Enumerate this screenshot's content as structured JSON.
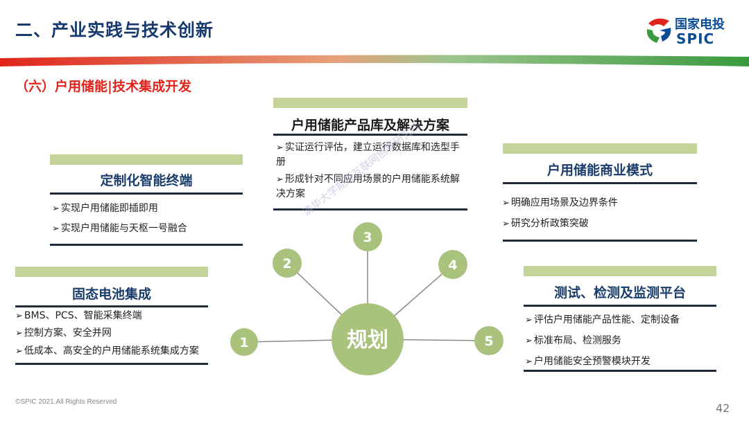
{
  "header": {
    "title": "二、产业实践与技术创新",
    "subtitle": "（六）户用储能|技术集成开发",
    "logo_cn": "国家电投",
    "logo_en": "SPIC"
  },
  "center": {
    "label": "规划"
  },
  "nodes": [
    "1",
    "2",
    "3",
    "4",
    "5"
  ],
  "boxes": {
    "top": {
      "heading": "户用储能产品库及解决方案",
      "items": [
        "实证运行评估，建立运行数据库和选型手册",
        "形成针对不同应用场景的户用储能系统解决方案"
      ]
    },
    "left_upper": {
      "heading": "定制化智能终端",
      "items": [
        "实现户用储能即插即用",
        "实现户用储能与天枢一号融合"
      ]
    },
    "left_lower": {
      "heading": "固态电池集成",
      "items": [
        "BMS、PCS、智能采集终端",
        "控制方案、安全并网",
        "低成本、高安全的户用储能系统集成方案"
      ]
    },
    "right_upper": {
      "heading": "户用储能商业模式",
      "items": [
        "明确应用场景及边界条件",
        "研究分析政策突破"
      ]
    },
    "right_lower": {
      "heading": "测试、检测及监测平台",
      "items": [
        "评估户用储能产品性能、定制设备",
        "标准布局、检测服务",
        "户用储能安全预警模块开发"
      ]
    }
  },
  "watermark": "清华大学能源互联网创新研究院",
  "footer": {
    "copyright": "©SPIC 2021.All Rights Reserved",
    "page": "42"
  },
  "colors": {
    "title": "#163a6e",
    "subtitle": "#e0241b",
    "bar": "#c3d39a",
    "circle": "#a9c27c",
    "stripe_red": "#e0241b",
    "stripe_green": "#3a9a3e"
  }
}
